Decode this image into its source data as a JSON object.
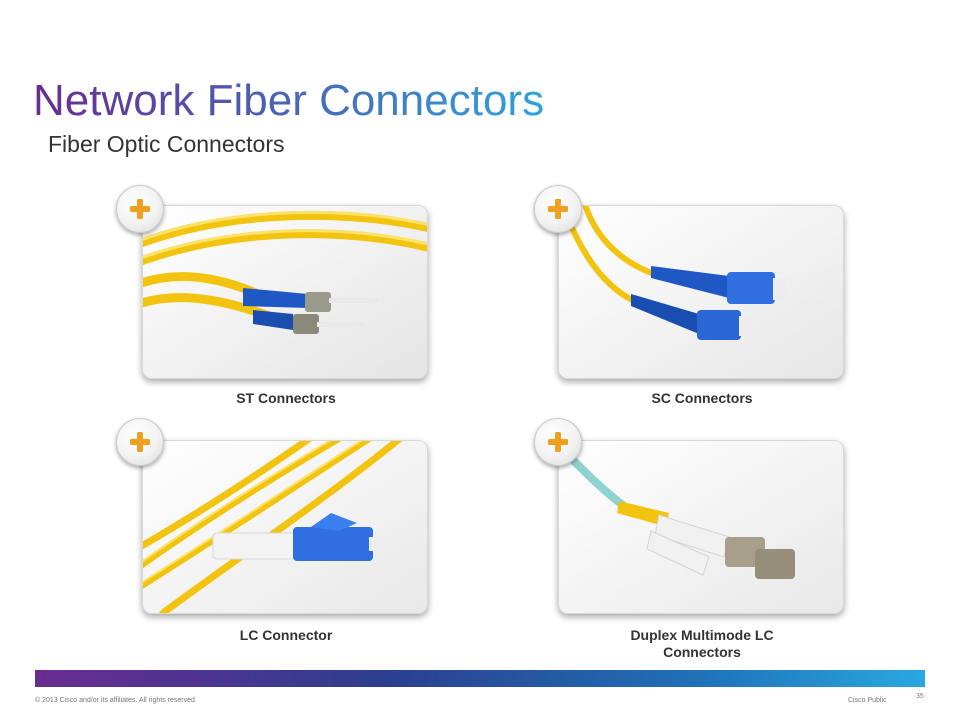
{
  "slide": {
    "title": "Network Fiber Connectors",
    "subtitle": "Fiber Optic Connectors"
  },
  "cards": [
    {
      "caption": "ST Connectors",
      "icon": "plus-icon"
    },
    {
      "caption": "SC Connectors",
      "icon": "plus-icon"
    },
    {
      "caption": "LC Connector",
      "icon": "plus-icon"
    },
    {
      "caption_line1": "Duplex Multimode LC",
      "caption_line2": "Connectors",
      "icon": "plus-icon"
    }
  ],
  "footer": {
    "copyright": "© 2013 Cisco and/or its affiliates. All rights reserved.",
    "classification": "Cisco Public",
    "page_number": "35"
  },
  "colors": {
    "fiber_yellow": "#f7d21e",
    "connector_blue": "#1f57c4",
    "plus_orange": "#f0a020",
    "aqua_fiber": "#8fd3d0"
  }
}
